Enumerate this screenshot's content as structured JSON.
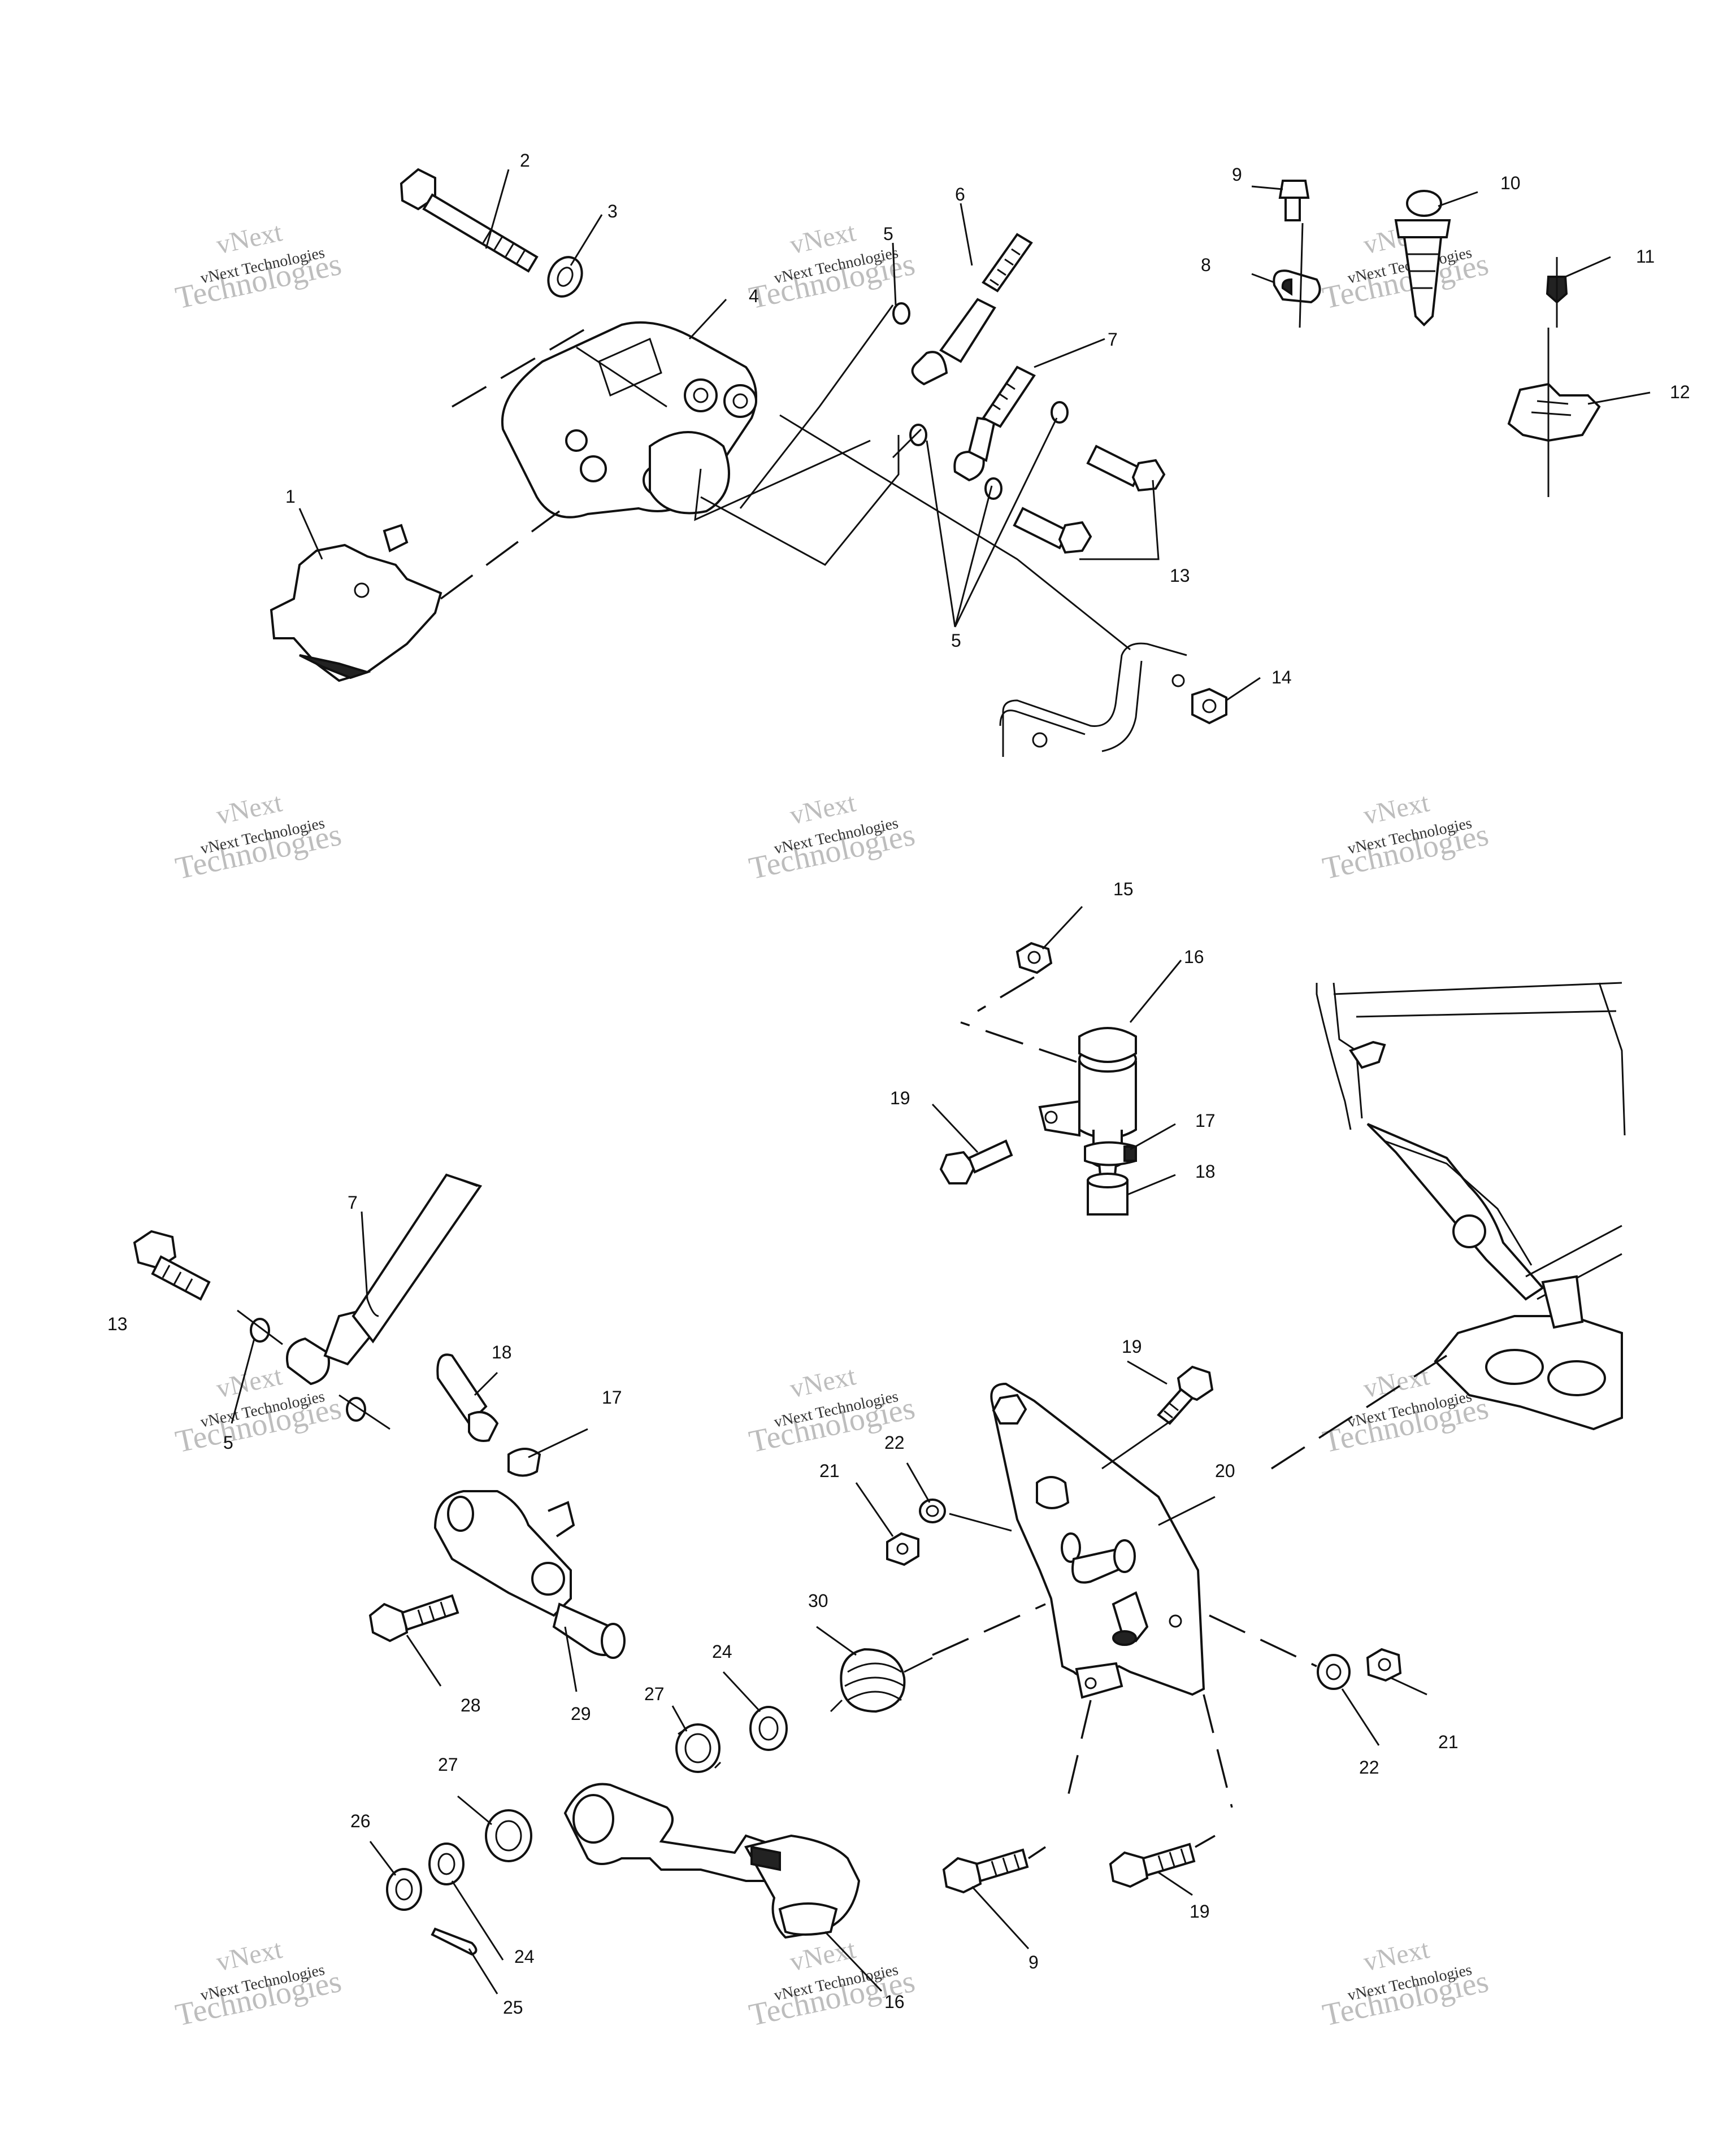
{
  "watermark": {
    "brand_line1": "vNext",
    "brand_line2": "Technologies",
    "brand_full": "vNext Technologies"
  },
  "callouts": {
    "c1": "1",
    "c2": "2",
    "c3": "3",
    "c4": "4",
    "c5a": "5",
    "c5b": "5",
    "c5c": "5",
    "c6": "6",
    "c7a": "7",
    "c7b": "7",
    "c8": "8",
    "c9a": "9",
    "c9b": "9",
    "c10": "10",
    "c11": "11",
    "c12": "12",
    "c13a": "13",
    "c13b": "13",
    "c14": "14",
    "c15": "15",
    "c16": "16",
    "c17a": "17",
    "c17b": "17",
    "c18a": "18",
    "c18b": "18",
    "c19a": "19",
    "c19b": "19",
    "c19c": "19",
    "c20": "20",
    "c21a": "21",
    "c21b": "21",
    "c22a": "22",
    "c22b": "22",
    "c24a": "24",
    "c24b": "24",
    "c25": "25",
    "c26": "26",
    "c27a": "27",
    "c27b": "27",
    "c28": "28",
    "c29": "29",
    "c30": "30",
    "c16b": "16"
  }
}
